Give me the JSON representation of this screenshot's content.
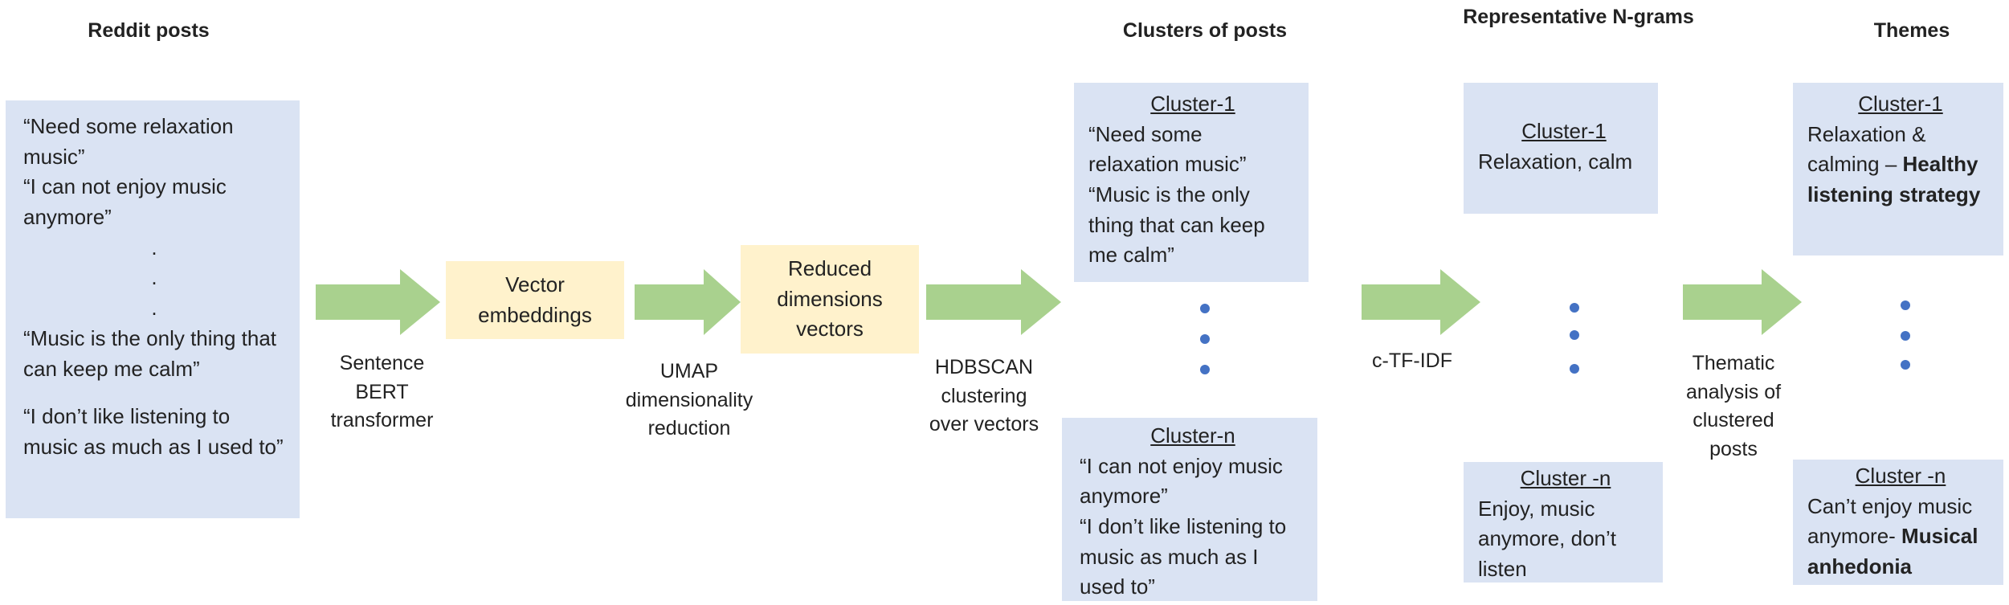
{
  "headers": {
    "reddit": "Reddit posts",
    "clusters": "Clusters of posts",
    "ngrams": "Representative N-grams",
    "themes": "Themes"
  },
  "reddit_posts": {
    "items": [
      "“Need some relaxation music”",
      "“I can not enjoy music anymore”",
      "“Music is the only thing that can keep me calm”",
      "“I don’t like listening to music as much as I used to”"
    ],
    "ellipsis": "."
  },
  "steps": {
    "vector_embeddings": "Vector embeddings",
    "reduced_vectors": "Reduced dimensions vectors"
  },
  "labels": {
    "sbert": "Sentence BERT transformer",
    "umap": "UMAP dimensionality reduction",
    "hdbscan": "HDBSCAN clustering over vectors",
    "ctfidf": "c-TF-IDF",
    "thematic": "Thematic analysis of clustered posts"
  },
  "clusters": {
    "first": {
      "title": "Cluster-1",
      "items": [
        "“Need some relaxation music”",
        "“Music is the only thing that can keep me calm”"
      ]
    },
    "last": {
      "title": "Cluster-n",
      "items": [
        "“I can not enjoy music anymore”",
        "“I don’t like listening to music as much as I used to”"
      ]
    }
  },
  "ngrams": {
    "first": {
      "title": "Cluster-1",
      "text": "Relaxation,  calm"
    },
    "last": {
      "title": "Cluster -n",
      "text": "Enjoy, music anymore, don’t listen"
    }
  },
  "themes": {
    "first": {
      "title": "Cluster-1",
      "text": "Relaxation & calming – ",
      "bold": "Healthy listening strategy"
    },
    "last": {
      "title": "Cluster -n",
      "text": "Can’t enjoy music anymore- ",
      "bold": "Musical anhedonia"
    }
  },
  "colors": {
    "box_blue": "#dae3f3",
    "box_yellow": "#fff2cc",
    "arrow_green": "#a9d18e",
    "dot_blue": "#4472c4"
  }
}
